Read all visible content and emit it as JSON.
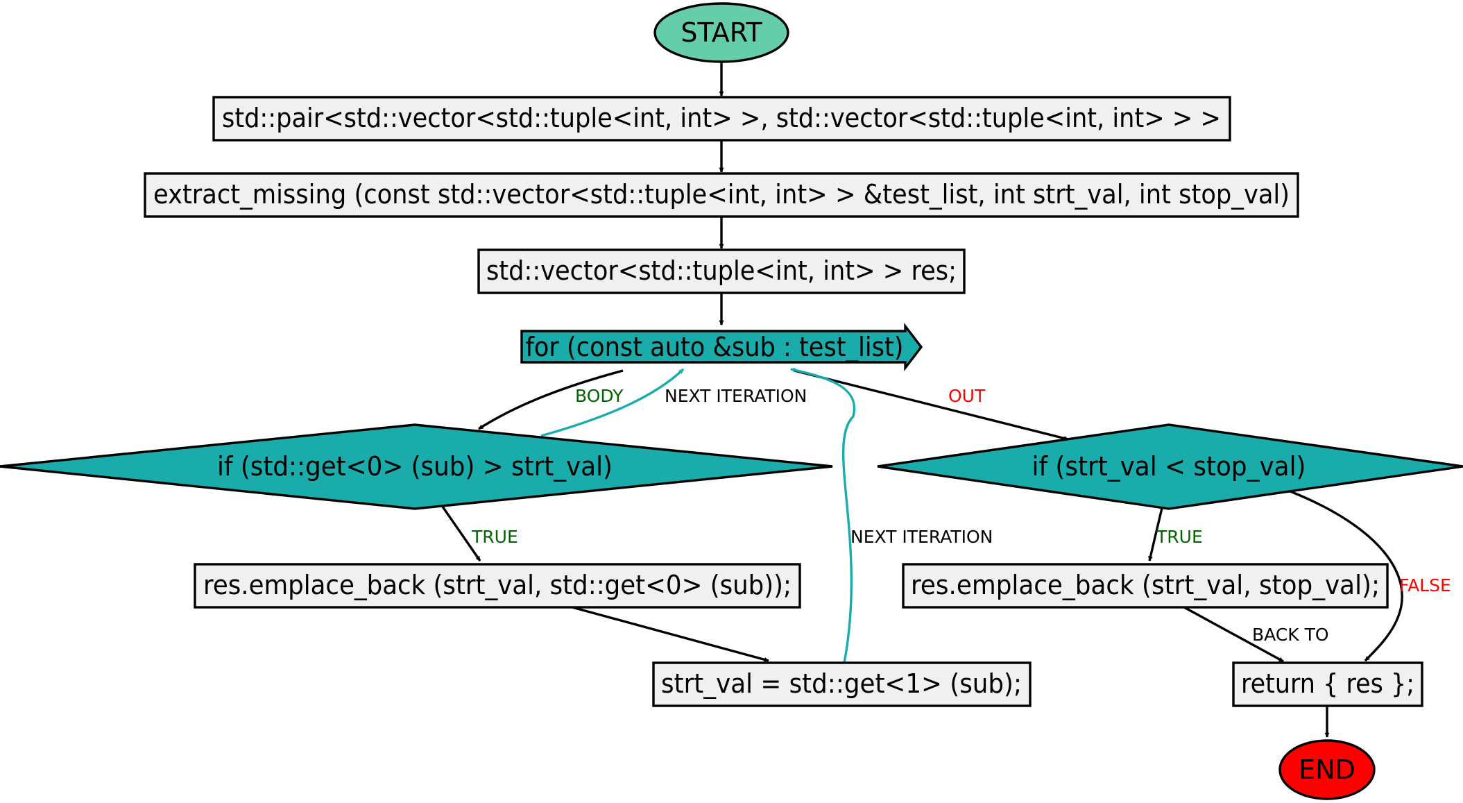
{
  "colors": {
    "start_fill": "#66cdaa",
    "end_fill": "#ff0000",
    "box_fill": "#f0f0f0",
    "loop_fill": "#1aabab",
    "decision_fill": "#1aabab",
    "edge": "#000000",
    "loop_edge": "#1aabab",
    "label_true": "#006400",
    "label_false": "#ff0000",
    "label_neutral": "#000000"
  },
  "nodes": {
    "start": "START",
    "signature_return": "std::pair<std::vector<std::tuple<int, int> >, std::vector<std::tuple<int, int> > >",
    "signature_func": "extract_missing (const std::vector<std::tuple<int, int> > &test_list, int strt_val, int stop_val)",
    "declare_res": "std::vector<std::tuple<int, int> > res;",
    "for_loop": "for (const auto &sub : test_list)",
    "if_get0": "if (std::get<0> (sub) > strt_val)",
    "emplace_get0": "res.emplace_back (strt_val, std::get<0> (sub));",
    "assign_strt": "strt_val = std::get<1> (sub);",
    "if_strt_stop": "if (strt_val < stop_val)",
    "emplace_stop": "res.emplace_back (strt_val, stop_val);",
    "return_res": "return { res };",
    "end": "END"
  },
  "edge_labels": {
    "body": "BODY",
    "next_iteration_1": "NEXT ITERATION",
    "out": "OUT",
    "true_1": "TRUE",
    "next_iteration_2": "NEXT ITERATION",
    "true_2": "TRUE",
    "false": "FALSE",
    "back_to": "BACK TO"
  }
}
